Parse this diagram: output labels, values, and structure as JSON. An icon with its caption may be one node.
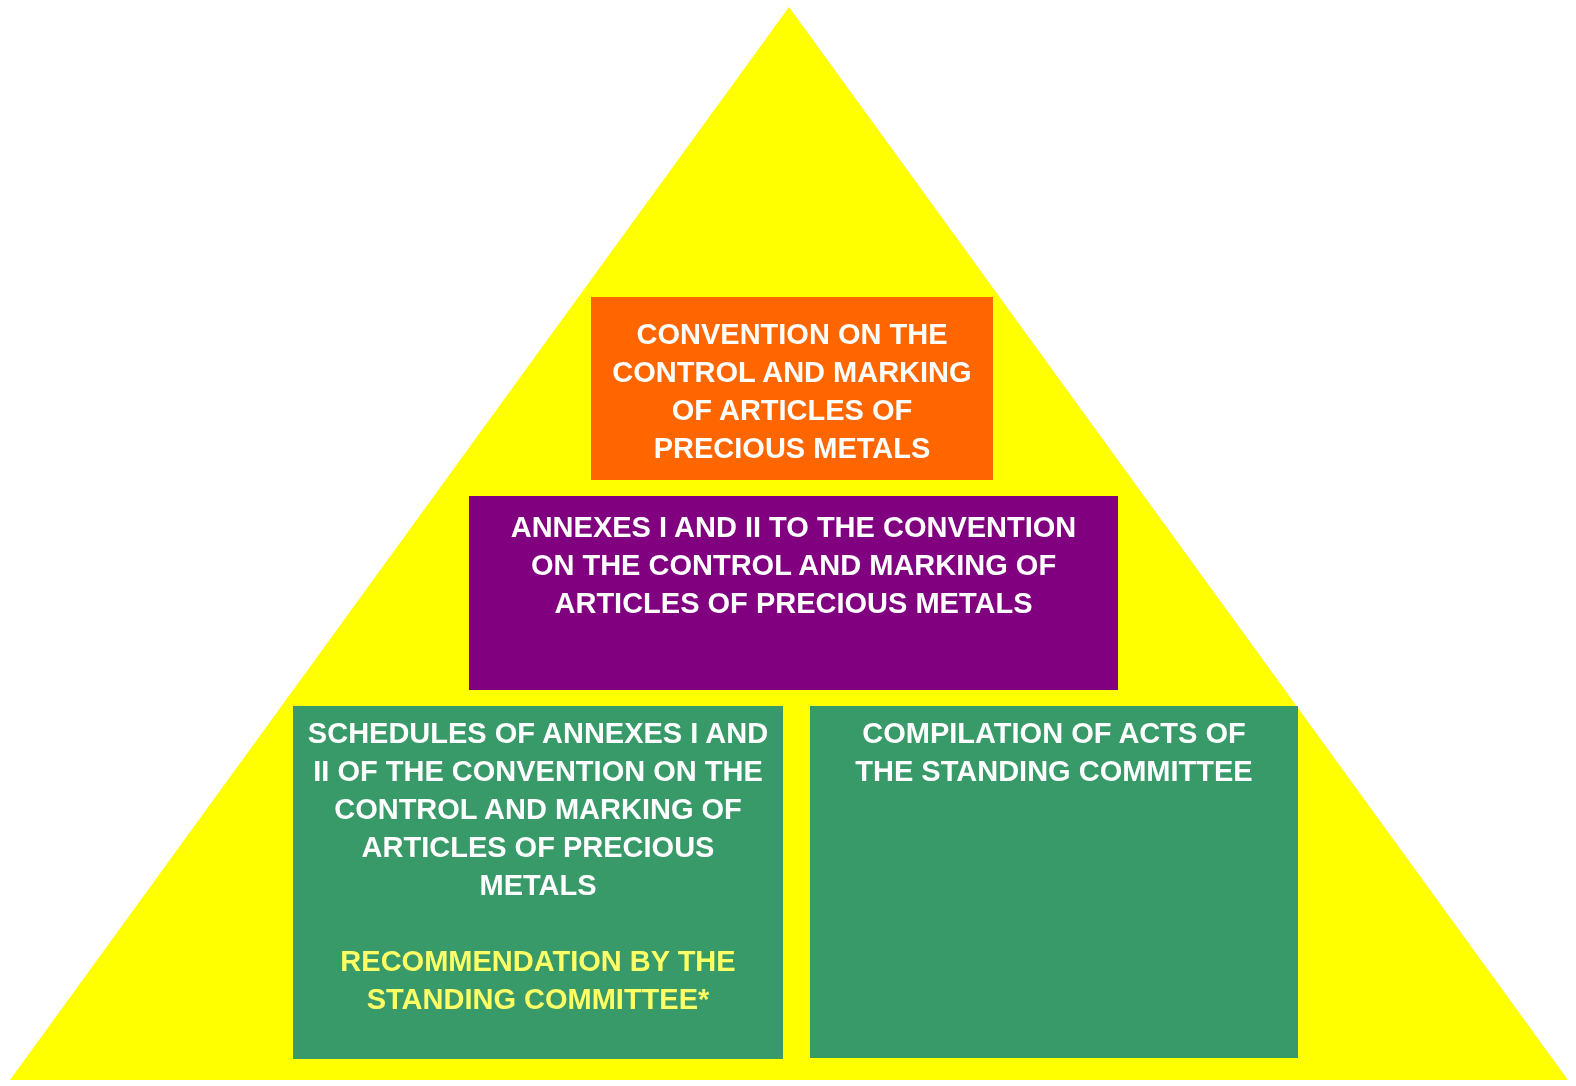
{
  "diagram": {
    "nodes": [
      {
        "text": [],
        "shape": "triangle"
      },
      {
        "text": [
          "CONVENTION ON THE CONTROL AND MARKING OF ARTICLES OF PRECIOUS METALS"
        ],
        "in": 0
      },
      {
        "text": [
          "ANNEXES I AND II TO THE CONVENTION ON THE CONTROL AND MARKING OF ARTICLES OF PRECIOUS METALS"
        ],
        "in": 0
      },
      {
        "text": [
          "SCHEDULES OF ANNEXES I AND II OF THE CONVENTION ON THE CONTROL AND MARKING OF ARTICLES OF PRECIOUS METALS",
          "RECOMMENDATION BY THE STANDING COMMITTEE*"
        ],
        "in": 0
      },
      {
        "text": [
          "COMPILATION OF ACTS OF THE STANDING COMMITTEE"
        ],
        "in": 0
      }
    ]
  }
}
